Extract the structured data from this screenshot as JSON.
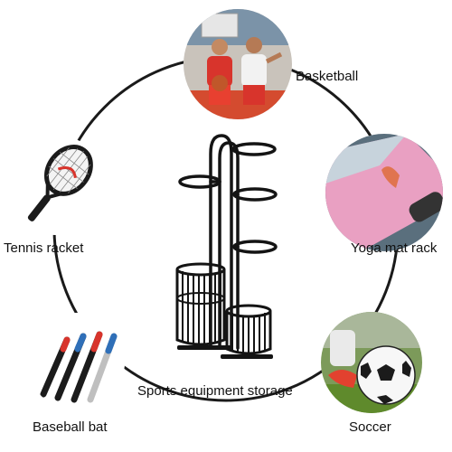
{
  "labels": {
    "basketball": "Basketball",
    "tennis": "Tennis racket",
    "yoga": "Yoga mat rack",
    "storage": "Sports equipment storage",
    "baseball": "Baseball bat",
    "soccer": "Soccer"
  },
  "colors": {
    "ring": "#1a1a1a",
    "rack": "#141414",
    "jersey_red": "#d8342c",
    "court_blue": "#2f6fb8",
    "yoga_pink": "#e9a0c2",
    "grass": "#5f8a2c"
  }
}
